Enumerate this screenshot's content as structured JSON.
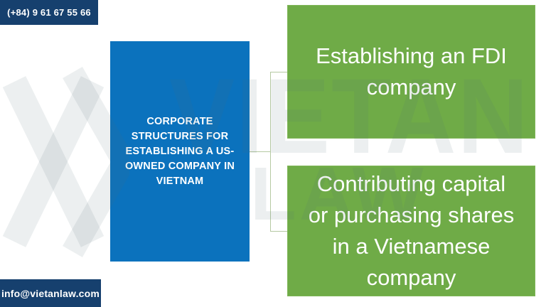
{
  "slide": {
    "title": "Corporate structures diagram slide",
    "background_color": "#ffffff"
  },
  "contact": {
    "phone": "(+84) 9 61 67 55 66",
    "email": "info@vietanlaw.com"
  },
  "diagram": {
    "root": {
      "label": "CORPORATE STRUCTURES FOR ESTABLISHING A US-OWNED COMPANY IN VIETNAM",
      "lines": [
        "CORPORATE",
        "STRUCTURES FOR",
        "ESTABLISHING A US-",
        "OWNED COMPANY IN",
        "VIETNAM"
      ],
      "color": "#0b72bd"
    },
    "children": [
      {
        "label": "Establishing an FDI company",
        "lines": [
          "Establishing an FDI",
          "company"
        ],
        "color": "#6fab47"
      },
      {
        "label": "Contributing capital or purchasing shares in a Vietnamese company",
        "lines": [
          "Contributing capital",
          "or purchasing shares",
          "in a Vietnamese",
          "company"
        ],
        "color": "#6fab47"
      }
    ],
    "connector_color": "#b5c9a2"
  },
  "watermark": {
    "line1": "VIETAN",
    "line2": "LAW",
    "logo": "vietan-law-x-monogram"
  },
  "colors": {
    "navy": "#16406e",
    "blue": "#0b72bd",
    "green": "#6fab47",
    "watermark_gray": "#ebeef1"
  }
}
